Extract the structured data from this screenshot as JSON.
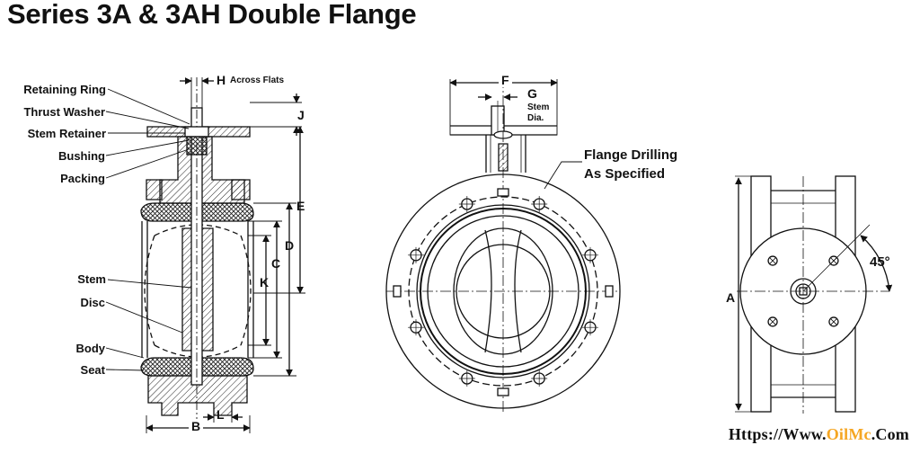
{
  "title": "Series 3A & 3AH Double Flange",
  "section_view": {
    "part_labels": {
      "retaining_ring": "Retaining Ring",
      "thrust_washer": "Thrust Washer",
      "stem_retainer": "Stem Retainer",
      "bushing": "Bushing",
      "packing": "Packing",
      "stem": "Stem",
      "disc": "Disc",
      "body": "Body",
      "seat": "Seat"
    },
    "dimensions": {
      "h": "H",
      "h_note": "Across Flats",
      "j": "J",
      "e": "E",
      "d": "D",
      "c": "C",
      "k": "K",
      "b": "B",
      "l": "L"
    }
  },
  "front_view": {
    "dimensions": {
      "f": "F",
      "g": "G",
      "g_note_1": "Stem",
      "g_note_2": "Dia."
    },
    "callout_line_1": "Flange Drilling",
    "callout_line_2": "As Specified"
  },
  "side_view": {
    "dimensions": {
      "a": "A",
      "angle": "45°"
    }
  },
  "watermark": {
    "prefix": "Https://Www.",
    "highlight": "OilMc",
    "suffix": ".Com",
    "highlight_color": "#f5a623"
  }
}
